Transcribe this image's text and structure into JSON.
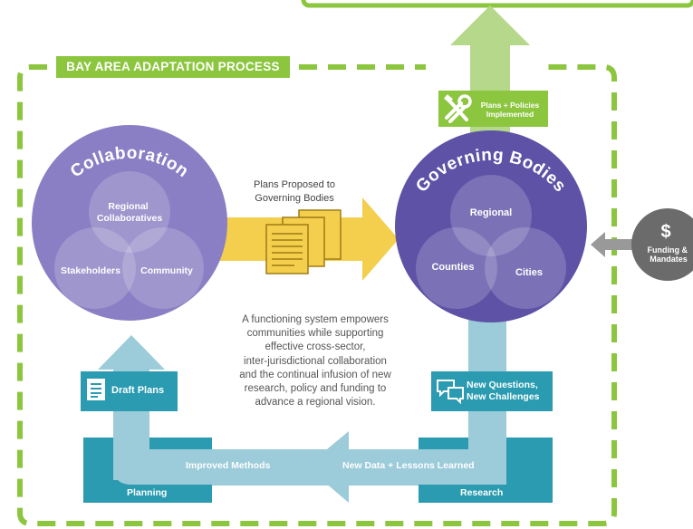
{
  "process_title": "BAY AREA ADAPTATION PROCESS",
  "collaboration": {
    "title": "Collaboration",
    "regional_line1": "Regional",
    "regional_line2": "Collaboratives",
    "stakeholders": "Stakeholders",
    "community": "Community"
  },
  "governing": {
    "title": "Governing Bodies",
    "regional": "Regional",
    "counties": "Counties",
    "cities": "Cities"
  },
  "plans_proposed_line1": "Plans Proposed to",
  "plans_proposed_line2": "Governing Bodies",
  "plans_implemented_line1": "Plans + Policies",
  "plans_implemented_line2": "Implemented",
  "funding_symbol": "$",
  "funding_line1": "Funding &",
  "funding_line2": "Mandates",
  "center_text_lines": [
    "A functioning system empowers",
    "communities while supporting",
    "effective cross-sector,",
    "inter-jurisdictional collaboration",
    "and the continual infusion of new",
    "research, policy and funding to",
    "advance a regional vision."
  ],
  "draft_plans": "Draft Plans",
  "new_questions_line1": "New Questions,",
  "new_questions_line2": "New Challenges",
  "improved_methods": "Improved Methods",
  "new_data": "New Data + Lessons Learned",
  "planning": "Planning",
  "research": "Research",
  "colors": {
    "green": "#8cc63f",
    "light_green": "#b5d88a",
    "purple": "#8a7fc4",
    "dark_purple": "#5e52a6",
    "teal": "#2a9bb0",
    "light_blue": "#9ccbd9",
    "yellow": "#f3cf4d",
    "gray": "#6b6b6b"
  }
}
